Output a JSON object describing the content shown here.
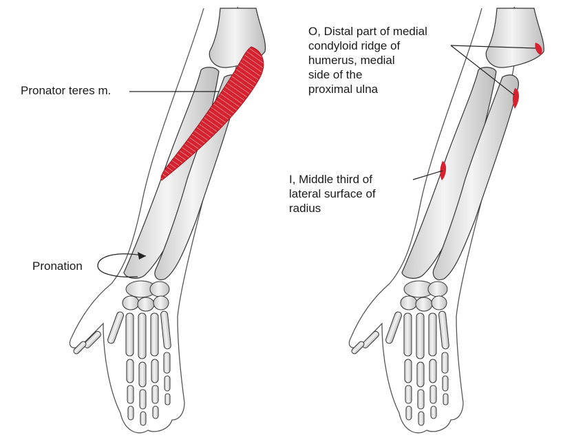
{
  "labels": {
    "pronator_teres": "Pronator teres m.",
    "pronation": "Pronation",
    "origin": "O, Distal part of medial\n    condyloid ridge of\n    humerus, medial\n    side of the\n    proximal ulna",
    "insertion": "I, Middle third of\n  lateral surface of\n  radius"
  },
  "colors": {
    "muscle": "#d6222f",
    "bone_fill": "#efefef",
    "bone_stroke": "#333333",
    "skin_line": "#555555",
    "background": "#ffffff"
  }
}
